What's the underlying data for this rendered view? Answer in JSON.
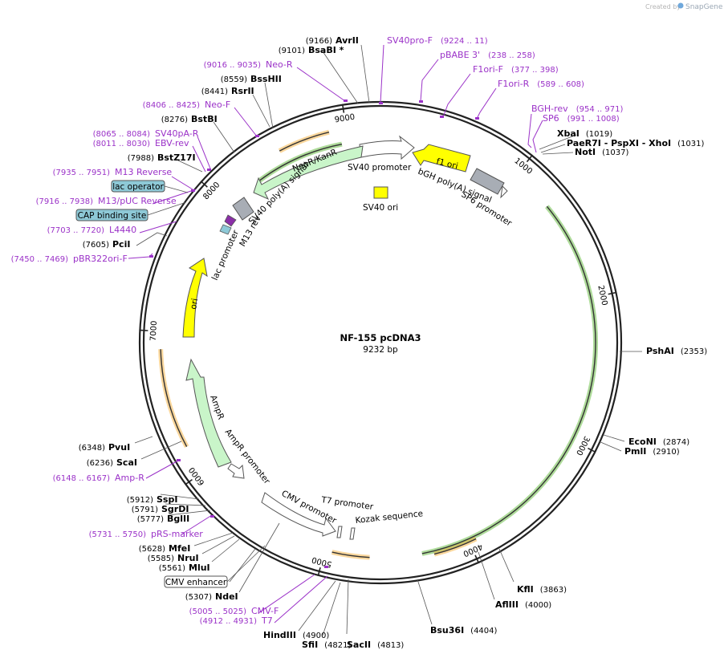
{
  "credit": {
    "text": "Created by",
    "brand": "SnapGene"
  },
  "plasmid": {
    "name": "NF-155 pcDNA3",
    "size_label": "9232 bp",
    "length": 9232
  },
  "ticks": [
    "1000",
    "2000",
    "3000",
    "4000",
    "5000",
    "6000",
    "7000",
    "8000",
    "9000"
  ],
  "sites": [
    {
      "name": "AvrII",
      "pos": "(9166)",
      "bp": 9166
    },
    {
      "name": "BsaBI *",
      "pos": "(9101)",
      "bp": 9101
    },
    {
      "name": "BssHII",
      "pos": "(8559)",
      "bp": 8559
    },
    {
      "name": "RsrII",
      "pos": "(8441)",
      "bp": 8441
    },
    {
      "name": "BstBI",
      "pos": "(8276)",
      "bp": 8276
    },
    {
      "name": "BstZ17I",
      "pos": "(7988)",
      "bp": 7988
    },
    {
      "name": "PciI",
      "pos": "(7605)",
      "bp": 7605
    },
    {
      "name": "XbaI",
      "pos": "(1019)",
      "bp": 1019
    },
    {
      "name": "PaeR7I - PspXI - XhoI",
      "pos": "(1031)",
      "bp": 1031
    },
    {
      "name": "NotI",
      "pos": "(1037)",
      "bp": 1037
    },
    {
      "name": "PshAI",
      "pos": "(2353)",
      "bp": 2353
    },
    {
      "name": "EcoNI",
      "pos": "(2874)",
      "bp": 2874
    },
    {
      "name": "PmlI",
      "pos": "(2910)",
      "bp": 2910
    },
    {
      "name": "KflI",
      "pos": "(3863)",
      "bp": 3863
    },
    {
      "name": "AflIII",
      "pos": "(4000)",
      "bp": 4000
    },
    {
      "name": "Bsu36I",
      "pos": "(4404)",
      "bp": 4404
    },
    {
      "name": "SacII",
      "pos": "(4813)",
      "bp": 4813
    },
    {
      "name": "SfiI",
      "pos": "(4821)",
      "bp": 4821
    },
    {
      "name": "HindIII",
      "pos": "(4900)",
      "bp": 4900
    },
    {
      "name": "NdeI",
      "pos": "(5307)",
      "bp": 5307
    },
    {
      "name": "MluI",
      "pos": "(5561)",
      "bp": 5561
    },
    {
      "name": "NruI",
      "pos": "(5585)",
      "bp": 5585
    },
    {
      "name": "MfeI",
      "pos": "(5628)",
      "bp": 5628
    },
    {
      "name": "BglII",
      "pos": "(5777)",
      "bp": 5777
    },
    {
      "name": "SgrDI",
      "pos": "(5791)",
      "bp": 5791
    },
    {
      "name": "SspI",
      "pos": "(5912)",
      "bp": 5912
    },
    {
      "name": "ScaI",
      "pos": "(6236)",
      "bp": 6236
    },
    {
      "name": "PvuI",
      "pos": "(6348)",
      "bp": 6348
    }
  ],
  "primers": [
    {
      "name": "SV40pro-F",
      "pos": "(9224 .. 11)"
    },
    {
      "name": "pBABE 3'",
      "pos": "(238 .. 258)"
    },
    {
      "name": "F1ori-F",
      "pos": "(377 .. 398)"
    },
    {
      "name": "F1ori-R",
      "pos": "(589 .. 608)"
    },
    {
      "name": "BGH-rev",
      "pos": "(954 .. 971)"
    },
    {
      "name": "SP6",
      "pos": "(991 .. 1008)"
    },
    {
      "name": "Neo-R",
      "pos": "(9016 .. 9035)"
    },
    {
      "name": "Neo-F",
      "pos": "(8406 .. 8425)"
    },
    {
      "name": "SV40pA-R",
      "pos": "(8065 .. 8084)"
    },
    {
      "name": "EBV-rev",
      "pos": "(8011 .. 8030)"
    },
    {
      "name": "M13 Reverse",
      "pos": "(7935 .. 7951)"
    },
    {
      "name": "M13/pUC Reverse",
      "pos": "(7916 .. 7938)"
    },
    {
      "name": "L4440",
      "pos": "(7703 .. 7720)"
    },
    {
      "name": "pBR322ori-F",
      "pos": "(7450 .. 7469)"
    },
    {
      "name": "Amp-R",
      "pos": "(6148 .. 6167)"
    },
    {
      "name": "pRS-marker",
      "pos": "(5731 .. 5750)"
    },
    {
      "name": "CMV-F",
      "pos": "(5005 .. 5025)"
    },
    {
      "name": "T7",
      "pos": "(4912 .. 4931)"
    }
  ],
  "boxed": [
    {
      "name": "lac operator",
      "color": "#8ec9d7"
    },
    {
      "name": "CAP binding site",
      "color": "#8ec9d7"
    },
    {
      "name": "CMV enhancer",
      "color": "#ffffff"
    }
  ],
  "features": [
    {
      "name": "SV40 promoter"
    },
    {
      "name": "f1 ori"
    },
    {
      "name": "bGH poly(A) signal"
    },
    {
      "name": "SP6 promoter"
    },
    {
      "name": "NeoR/KanR"
    },
    {
      "name": "SV40 poly(A) signal"
    },
    {
      "name": "SV40 ori"
    },
    {
      "name": "M13 rev"
    },
    {
      "name": "lac promoter"
    },
    {
      "name": "ori"
    },
    {
      "name": "AmpR"
    },
    {
      "name": "AmpR promoter"
    },
    {
      "name": "CMV promoter"
    },
    {
      "name": "T7 promoter"
    },
    {
      "name": "Kozak sequence"
    }
  ],
  "colors": {
    "primer": "#9b32c8",
    "orf_orange": "#f5a623",
    "orf_green": "#4caf1e",
    "neo_fill": "#c9f5c9",
    "ori_fill": "#ffff00",
    "polyA_fill": "#a8adb5",
    "promoter_fill": "#ffffff",
    "backbone": "#222222"
  }
}
